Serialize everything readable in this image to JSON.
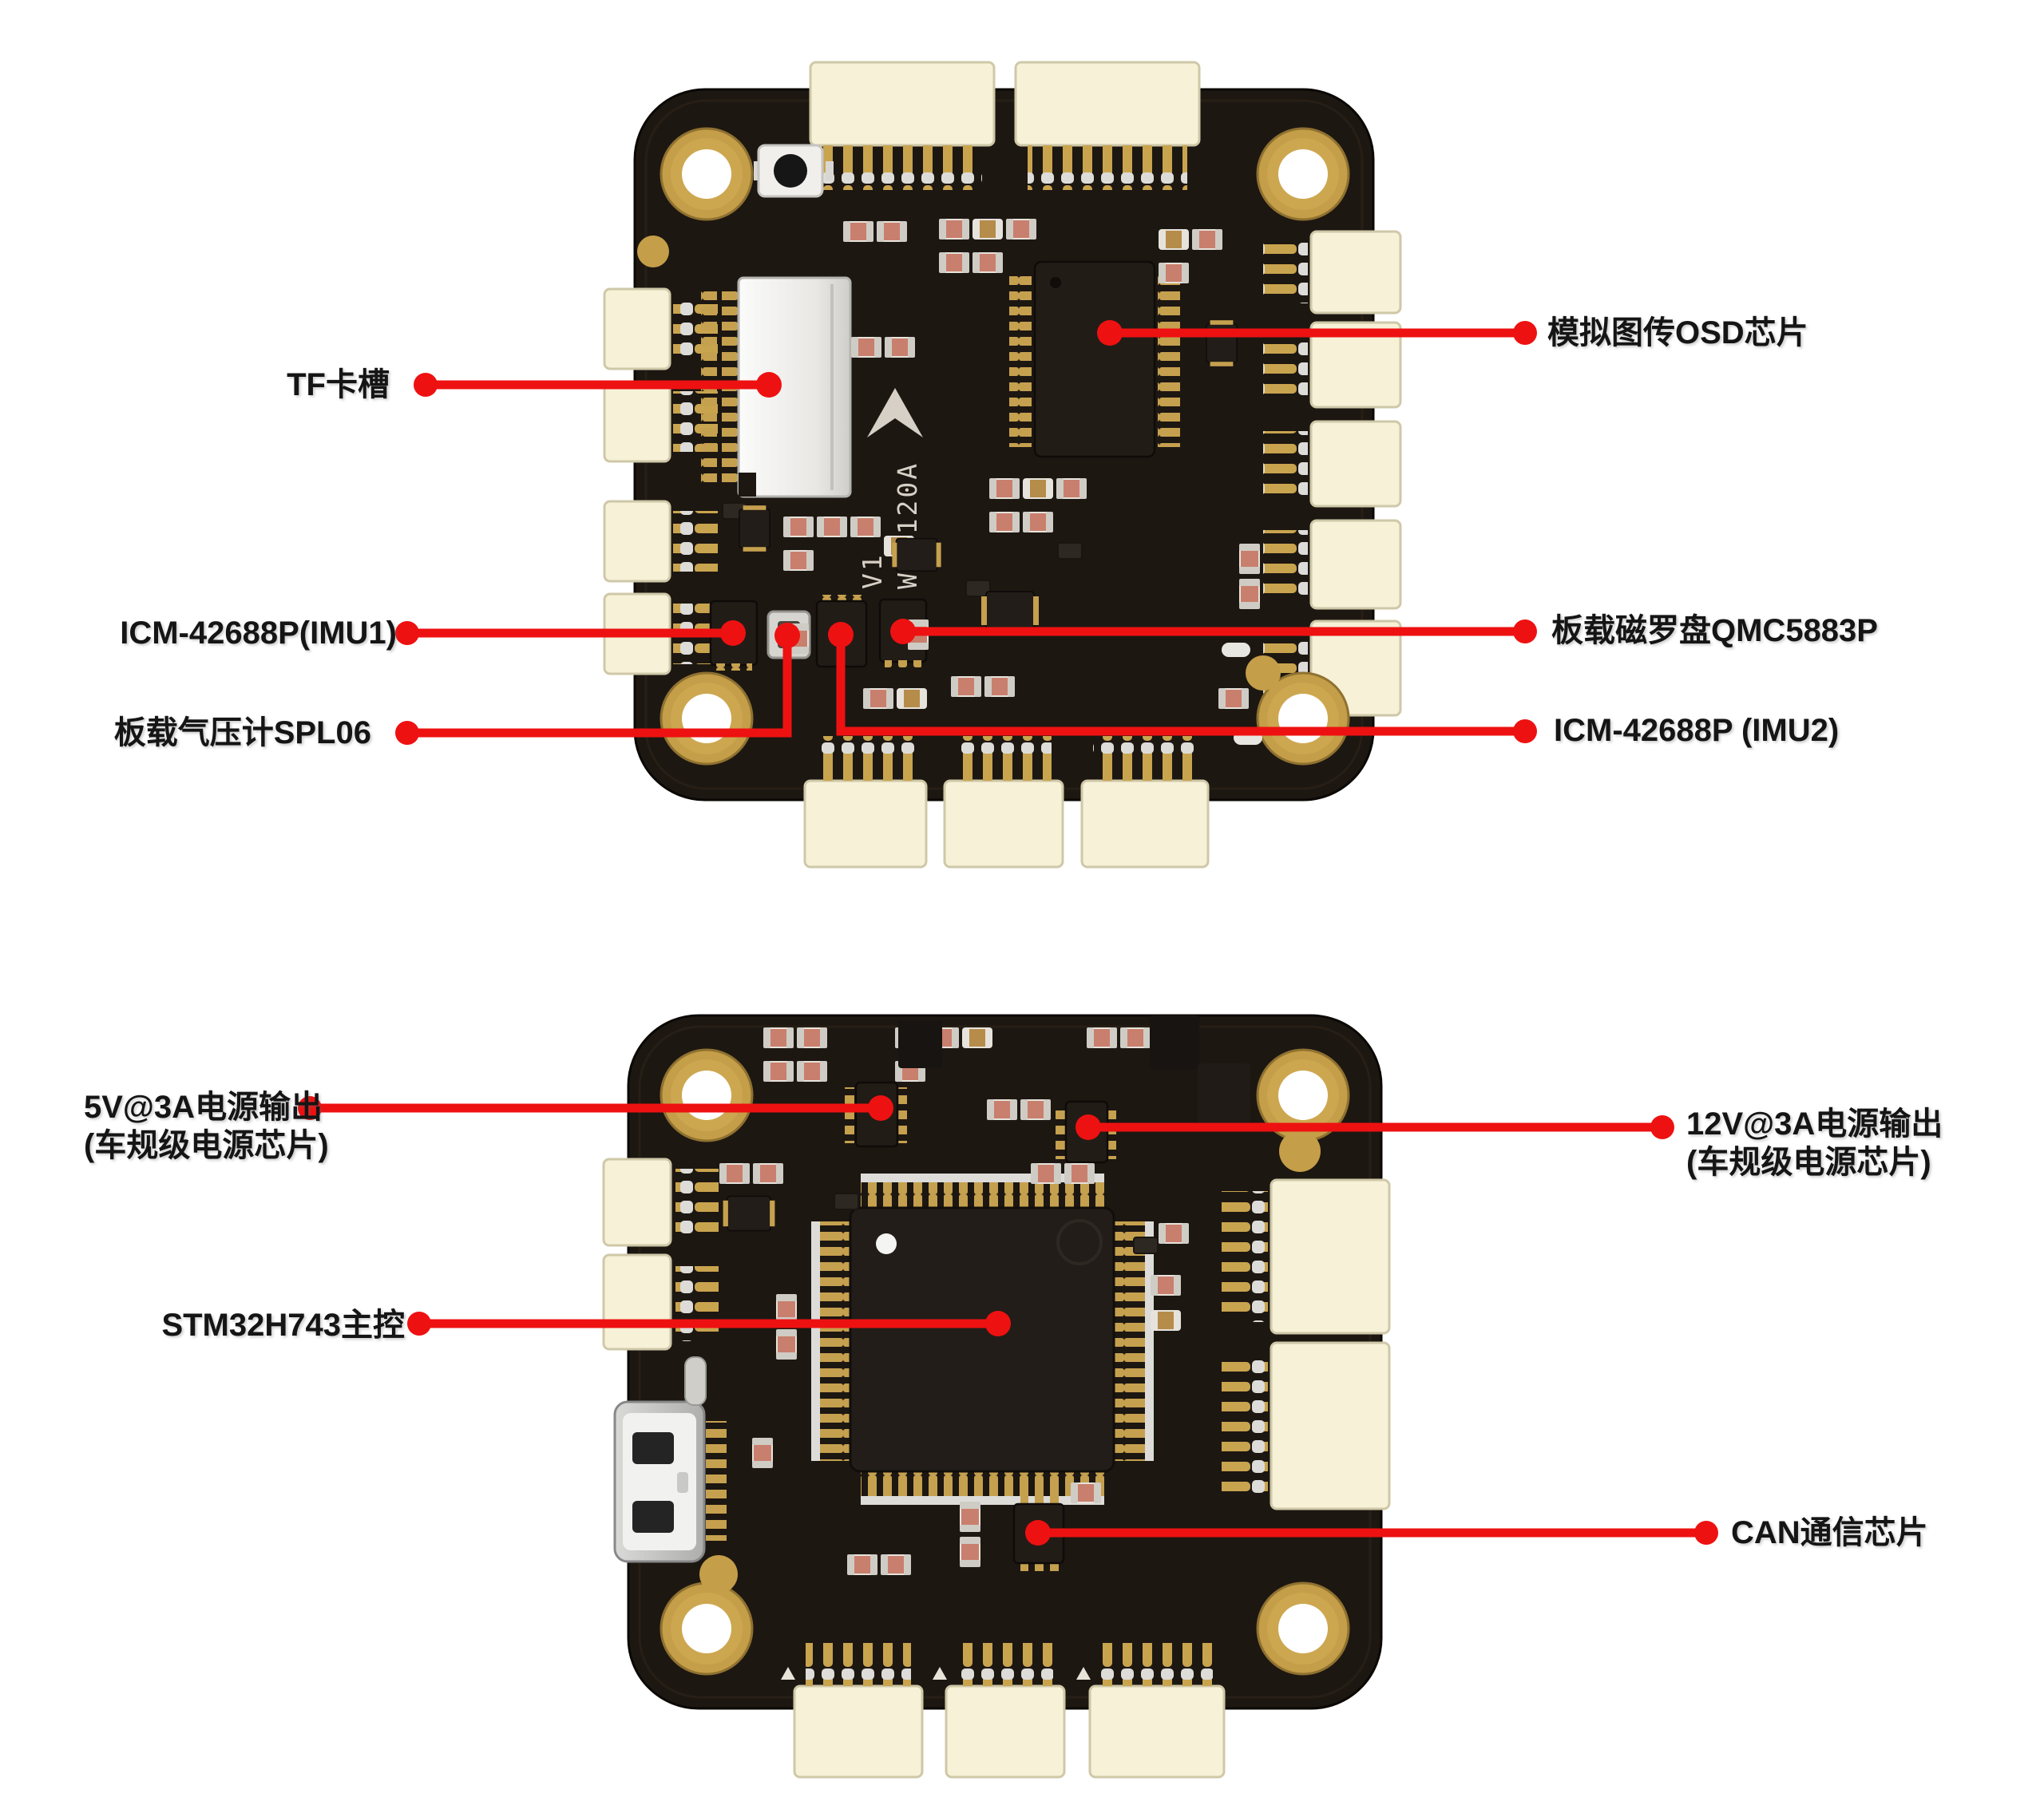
{
  "page": {
    "background": "#ffffff",
    "description": "Annotated flight controller PCB, front and back views"
  },
  "colors": {
    "annotation_red": "#ee1111",
    "board_black": "#1d1712",
    "pad_gold": "#c5a04e",
    "connector_cream": "#f6f1d7",
    "capacitor_salmon": "#c97f6d"
  },
  "board_front": {
    "name": "fc-board-front",
    "silkscreen": {
      "version": "V1",
      "model": "WFG120A"
    },
    "annotations": [
      {
        "id": "tf-card-slot",
        "label": "TF卡槽",
        "side": "left"
      },
      {
        "id": "osd-chip",
        "label": "模拟图传OSD芯片",
        "side": "right"
      },
      {
        "id": "imu1",
        "label": "ICM-42688P(IMU1)",
        "side": "left"
      },
      {
        "id": "compass",
        "label": "板载磁罗盘QMC5883P",
        "side": "right"
      },
      {
        "id": "barometer",
        "label": "板载气压计SPL06",
        "side": "left"
      },
      {
        "id": "imu2",
        "label": "ICM-42688P (IMU2)",
        "side": "right"
      }
    ]
  },
  "board_back": {
    "name": "fc-board-back",
    "annotations": [
      {
        "id": "5v-output",
        "label": "5V@3A电源输出",
        "label2": "(车规级电源芯片)",
        "side": "left"
      },
      {
        "id": "12v-output",
        "label": "12V@3A电源输出",
        "label2": "(车规级电源芯片)",
        "side": "right"
      },
      {
        "id": "mcu",
        "label": "STM32H743主控",
        "side": "left"
      },
      {
        "id": "can",
        "label": "CAN通信芯片",
        "side": "right"
      }
    ]
  }
}
